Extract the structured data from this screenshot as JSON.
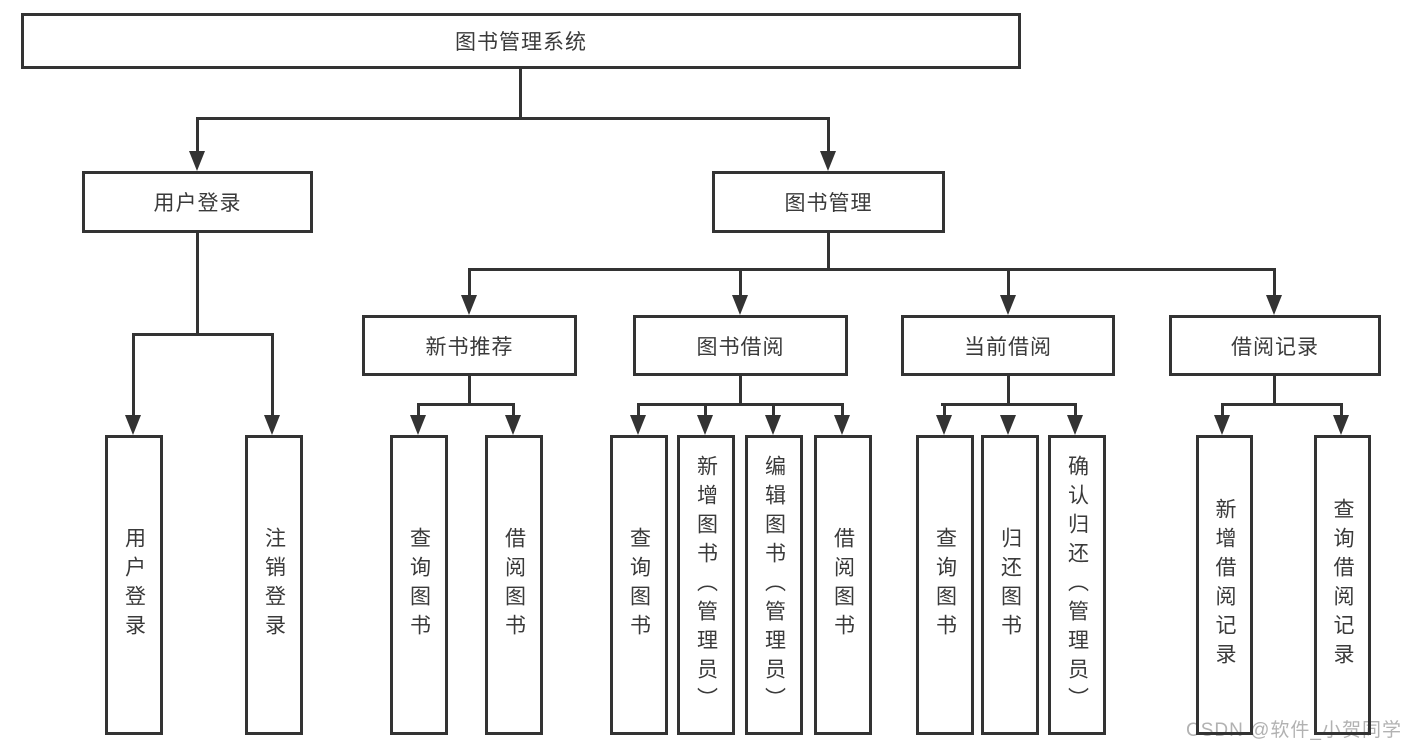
{
  "watermark": "CSDN @软件_小贺同学",
  "tree": {
    "root": "图书管理系统",
    "children": [
      {
        "label": "用户登录",
        "children": [
          "用户登录",
          "注销登录"
        ]
      },
      {
        "label": "图书管理",
        "children": [
          {
            "label": "新书推荐",
            "children": [
              "查询图书",
              "借阅图书"
            ]
          },
          {
            "label": "图书借阅",
            "children": [
              "查询图书",
              "新增图书（管理员）",
              "编辑图书（管理员）",
              "借阅图书"
            ]
          },
          {
            "label": "当前借阅",
            "children": [
              "查询图书",
              "归还图书",
              "确认归还（管理员）"
            ]
          },
          {
            "label": "借阅记录",
            "children": [
              "新增借阅记录",
              "查询借阅记录"
            ]
          }
        ]
      }
    ]
  },
  "colors": {
    "line": "#333333",
    "text": "#3a3a3a",
    "watermark": "#b2b2b2"
  }
}
